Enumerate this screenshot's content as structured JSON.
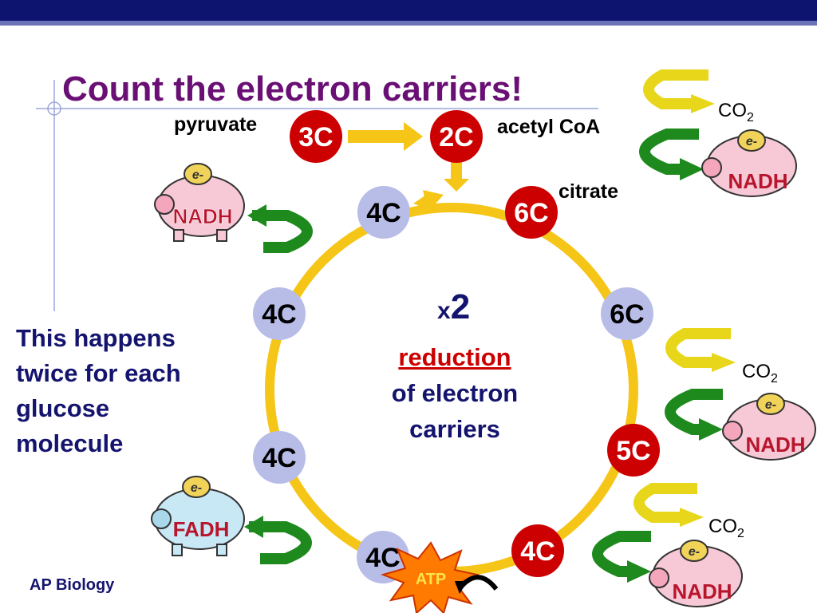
{
  "title": "Count the electron carriers!",
  "labels": {
    "pyruvate": "pyruvate",
    "acetyl_coa": "acetyl CoA",
    "citrate": "citrate"
  },
  "carbon_nodes": {
    "pyruvate": "3C",
    "acetyl": "2C",
    "cycle_top_left": "4C",
    "citrate": "6C",
    "right_upper": "6C",
    "right_lower": "5C",
    "bottom_right": "4C",
    "bottom_left": "4C",
    "left_lower": "4C",
    "left_upper": "4C"
  },
  "co2": {
    "text": "CO",
    "subscript": "2"
  },
  "carriers": {
    "nadh": "NADH",
    "fadh": "FADH",
    "electron": "e-"
  },
  "atp": "ATP",
  "multiplier": {
    "prefix": "x",
    "value": "2"
  },
  "center_text": {
    "line1": "reduction",
    "line2": "of electron",
    "line3": "carriers"
  },
  "side_text": {
    "line1": "This happens",
    "line2": "twice for each",
    "line3": "glucose",
    "line4": "molecule"
  },
  "footer": "AP Biology",
  "colors": {
    "title": "#6a1075",
    "navy": "#14146e",
    "node_red": "#cc0000",
    "node_lavender": "#b8bde8",
    "cycle_yellow": "#f5c518",
    "arrow_green": "#1e8a1e",
    "arrow_yellow": "#f0e030"
  }
}
